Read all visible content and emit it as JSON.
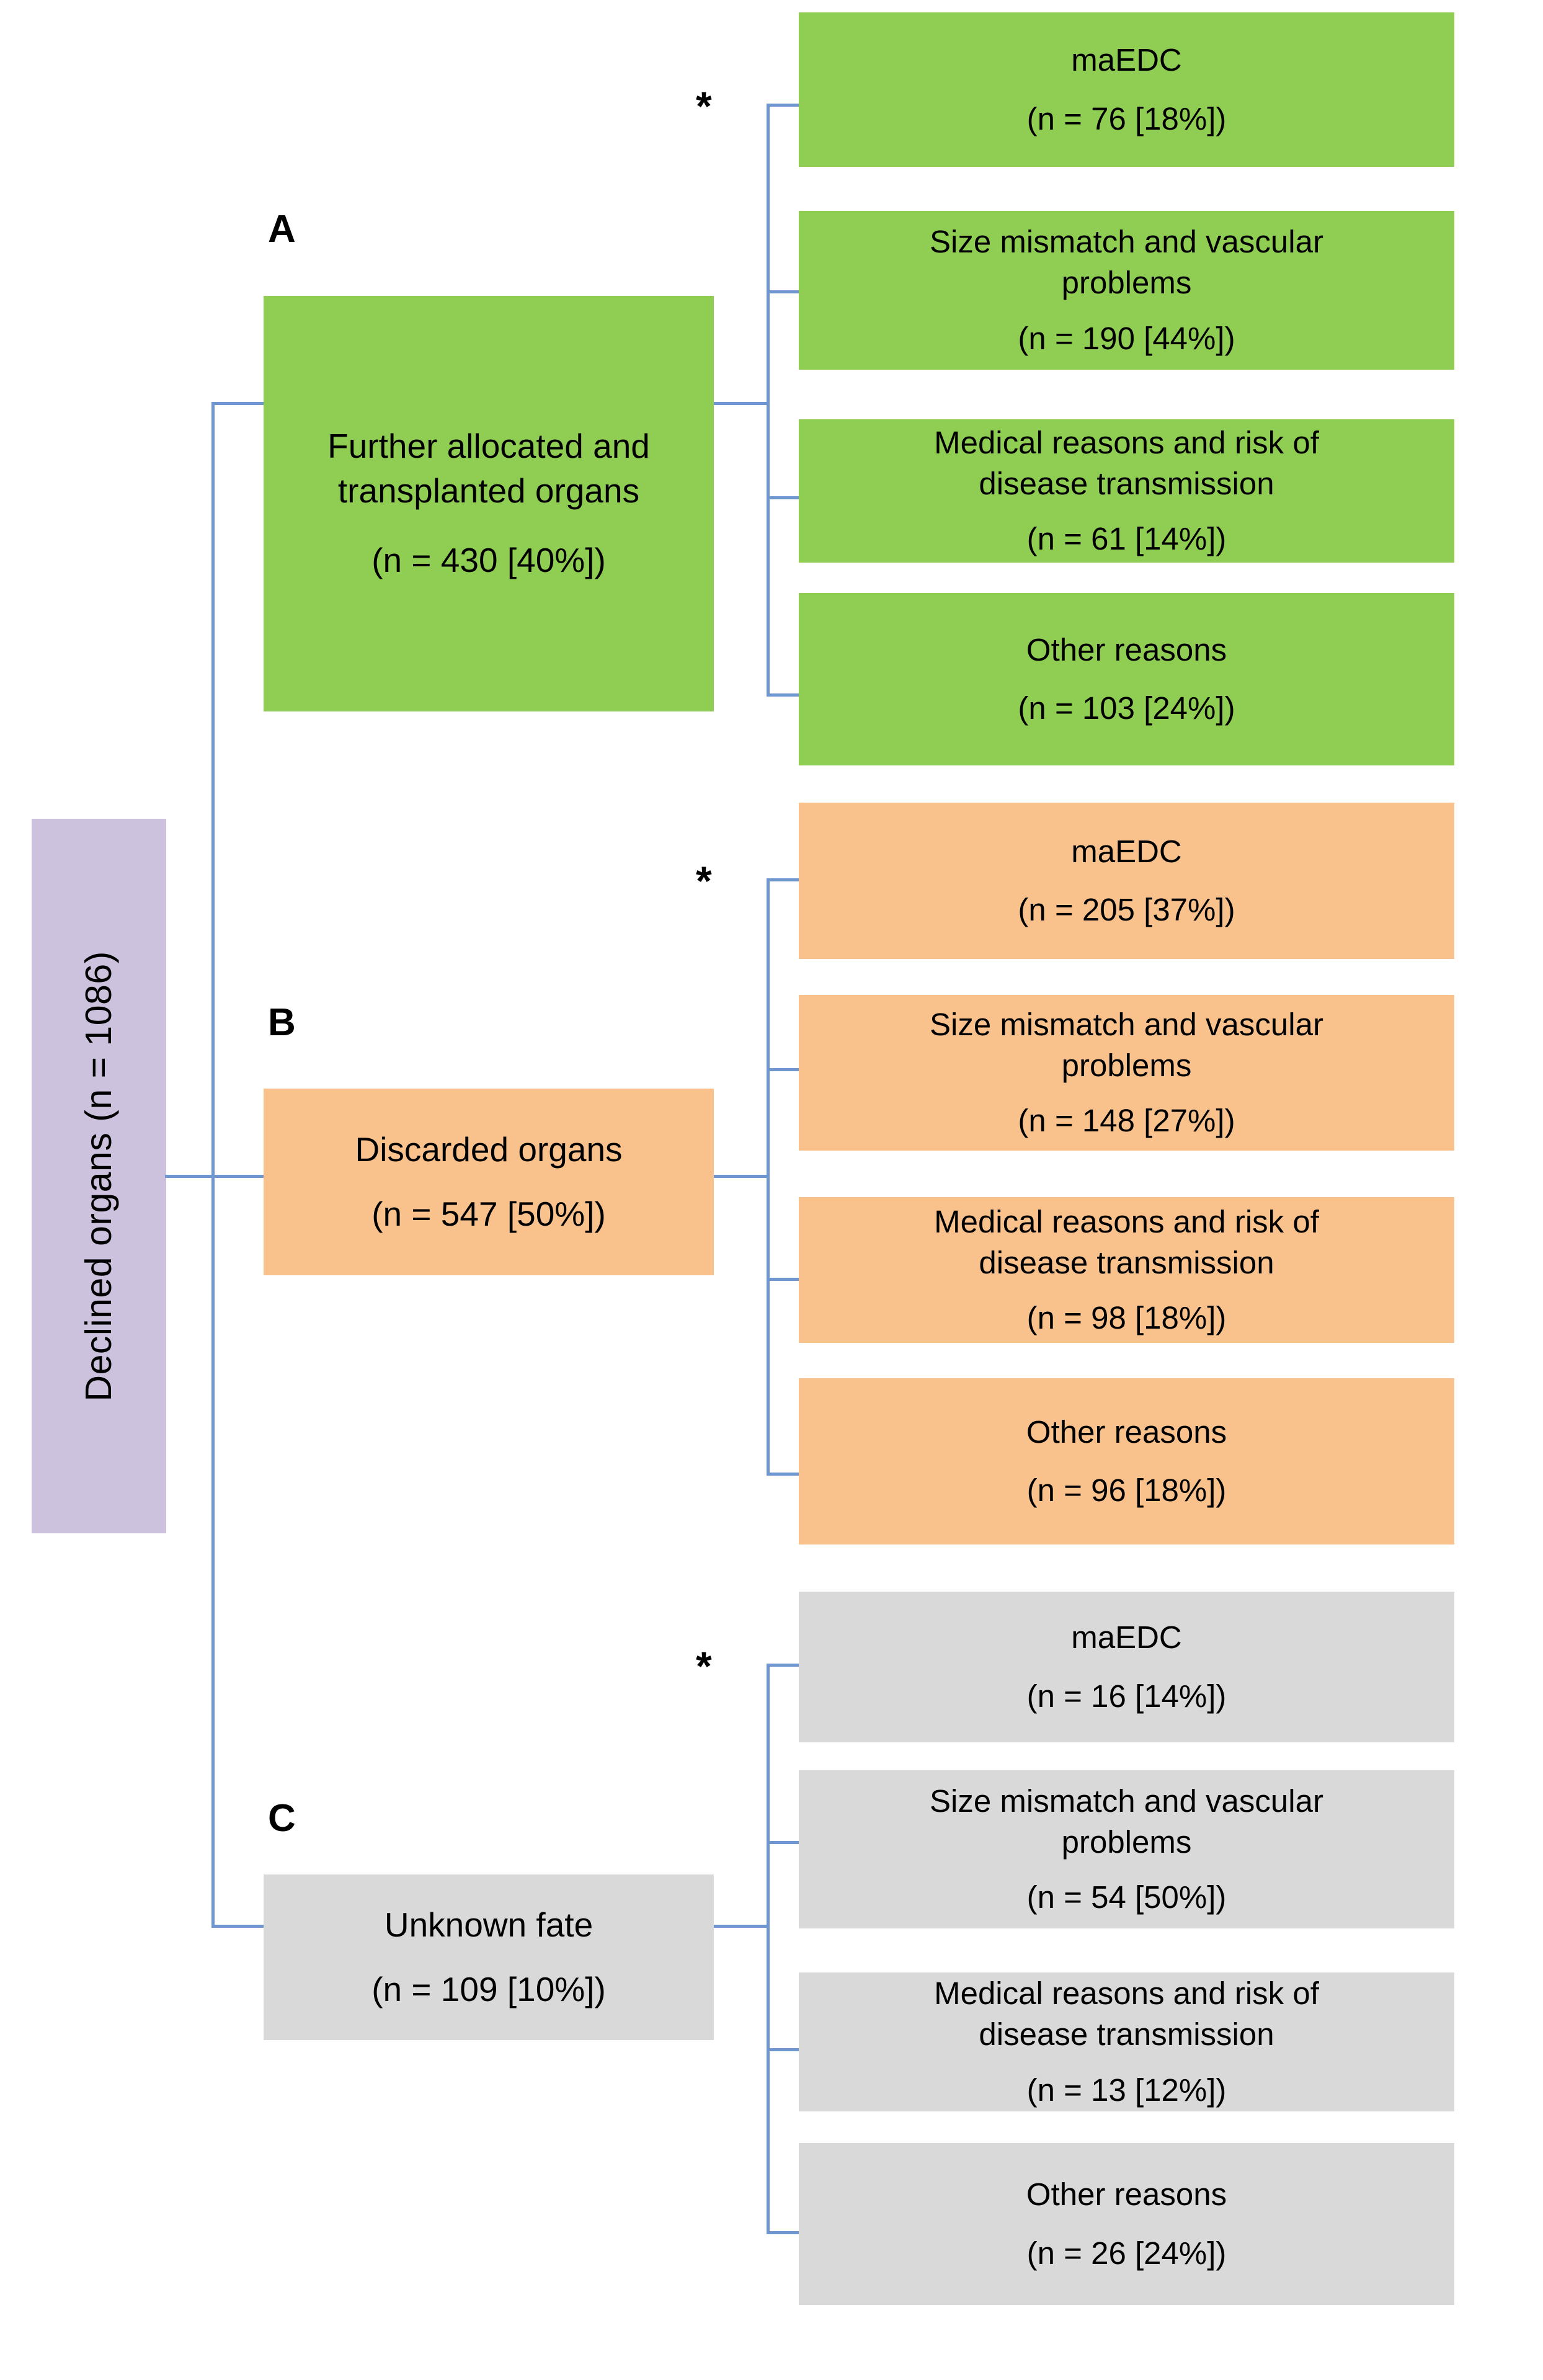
{
  "figure": {
    "type": "flowchart",
    "root": {
      "label": "Declined organs (n = 1086)",
      "n": 1086,
      "color": "#CCC2DD"
    },
    "footnote_marker": "*",
    "connector_color": "#6F96CE",
    "branches": [
      {
        "letter": "A",
        "color": "#90CE53",
        "title": "Further allocated and",
        "title2": "transplanted organs",
        "count": "(n = 430 [40%])",
        "n": 430,
        "percent": 40,
        "marker": "*",
        "children": [
          {
            "title": "maEDC",
            "title2": "",
            "count": "(n = 76 [18%])",
            "n": 76,
            "percent": 18,
            "marker": "*"
          },
          {
            "title": "Size mismatch and vascular",
            "title2": "problems",
            "count": "(n = 190 [44%])",
            "n": 190,
            "percent": 44,
            "marker": ""
          },
          {
            "title": "Medical reasons and risk of",
            "title2": "disease transmission",
            "count": "(n = 61 [14%])",
            "n": 61,
            "percent": 14,
            "marker": ""
          },
          {
            "title": "Other reasons",
            "title2": "",
            "count": "(n = 103 [24%])",
            "n": 103,
            "percent": 24,
            "marker": ""
          }
        ]
      },
      {
        "letter": "B",
        "color": "#F9C18C",
        "title": "Discarded organs",
        "title2": "",
        "count": "(n = 547 [50%])",
        "n": 547,
        "percent": 50,
        "marker": "*",
        "children": [
          {
            "title": "maEDC",
            "title2": "",
            "count": "(n = 205 [37%])",
            "n": 205,
            "percent": 37,
            "marker": "*"
          },
          {
            "title": "Size mismatch and vascular",
            "title2": "problems",
            "count": "(n = 148 [27%])",
            "n": 148,
            "percent": 27,
            "marker": ""
          },
          {
            "title": "Medical reasons and risk of",
            "title2": "disease transmission",
            "count": "(n = 98 [18%])",
            "n": 98,
            "percent": 18,
            "marker": ""
          },
          {
            "title": "Other reasons",
            "title2": "",
            "count": "(n = 96 [18%])",
            "n": 96,
            "percent": 18,
            "marker": ""
          }
        ]
      },
      {
        "letter": "C",
        "color": "#D9D9D9",
        "title": "Unknown fate",
        "title2": "",
        "count": "(n = 109 [10%])",
        "n": 109,
        "percent": 10,
        "marker": "*",
        "children": [
          {
            "title": "maEDC",
            "title2": "",
            "count": "(n = 16 [14%])",
            "n": 16,
            "percent": 14,
            "marker": "*"
          },
          {
            "title": "Size mismatch and vascular",
            "title2": "problems",
            "count": "(n = 54 [50%])",
            "n": 54,
            "percent": 50,
            "marker": ""
          },
          {
            "title": "Medical reasons and risk of",
            "title2": "disease transmission",
            "count": "(n = 13 [12%])",
            "n": 13,
            "percent": 12,
            "marker": ""
          },
          {
            "title": "Other reasons",
            "title2": "",
            "count": "(n = 26 [24%])",
            "n": 26,
            "percent": 24,
            "marker": ""
          }
        ]
      }
    ]
  }
}
